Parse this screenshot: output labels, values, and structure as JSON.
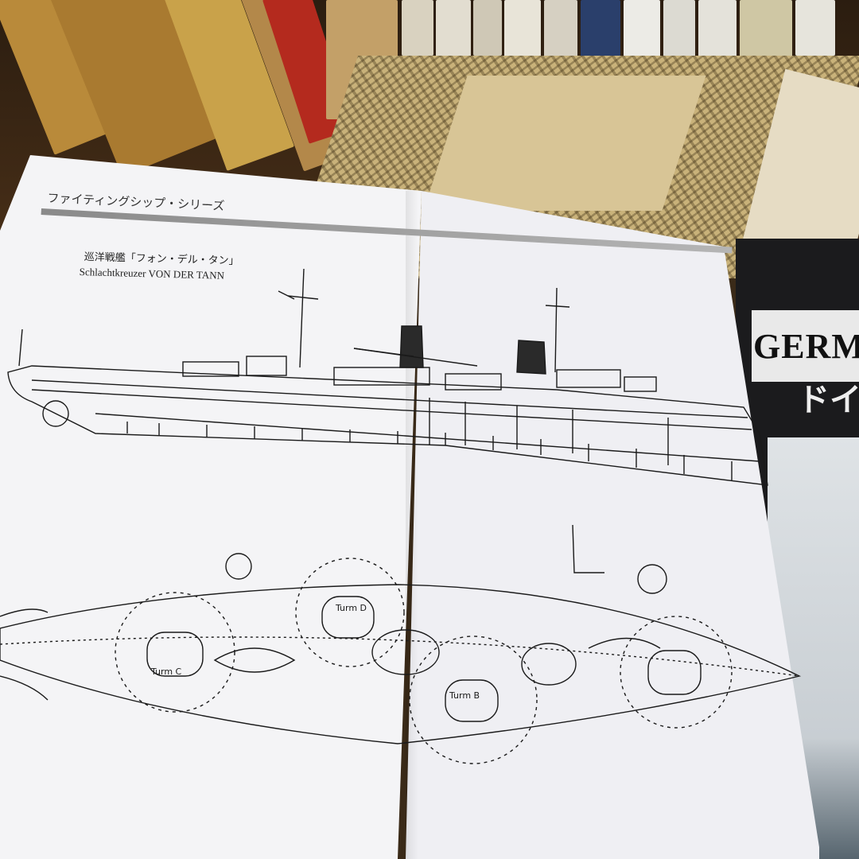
{
  "series_title": "ファイティングシップ・シリーズ",
  "caption_ja": "巡洋戦艦「フォン・デル・タン」",
  "caption_en": "Schlachtkreuzer VON DER TANN",
  "right_book_title": "GERMAN S",
  "right_book_subtitle": "ドイ",
  "turret_labels": [
    "Turm C",
    "Turm D",
    "Turm B"
  ],
  "colors": {
    "page": "#f4f4f6",
    "ink": "#1a1a1a",
    "rule": "#9a9a9a",
    "dark_book": "#1b1b1d"
  }
}
